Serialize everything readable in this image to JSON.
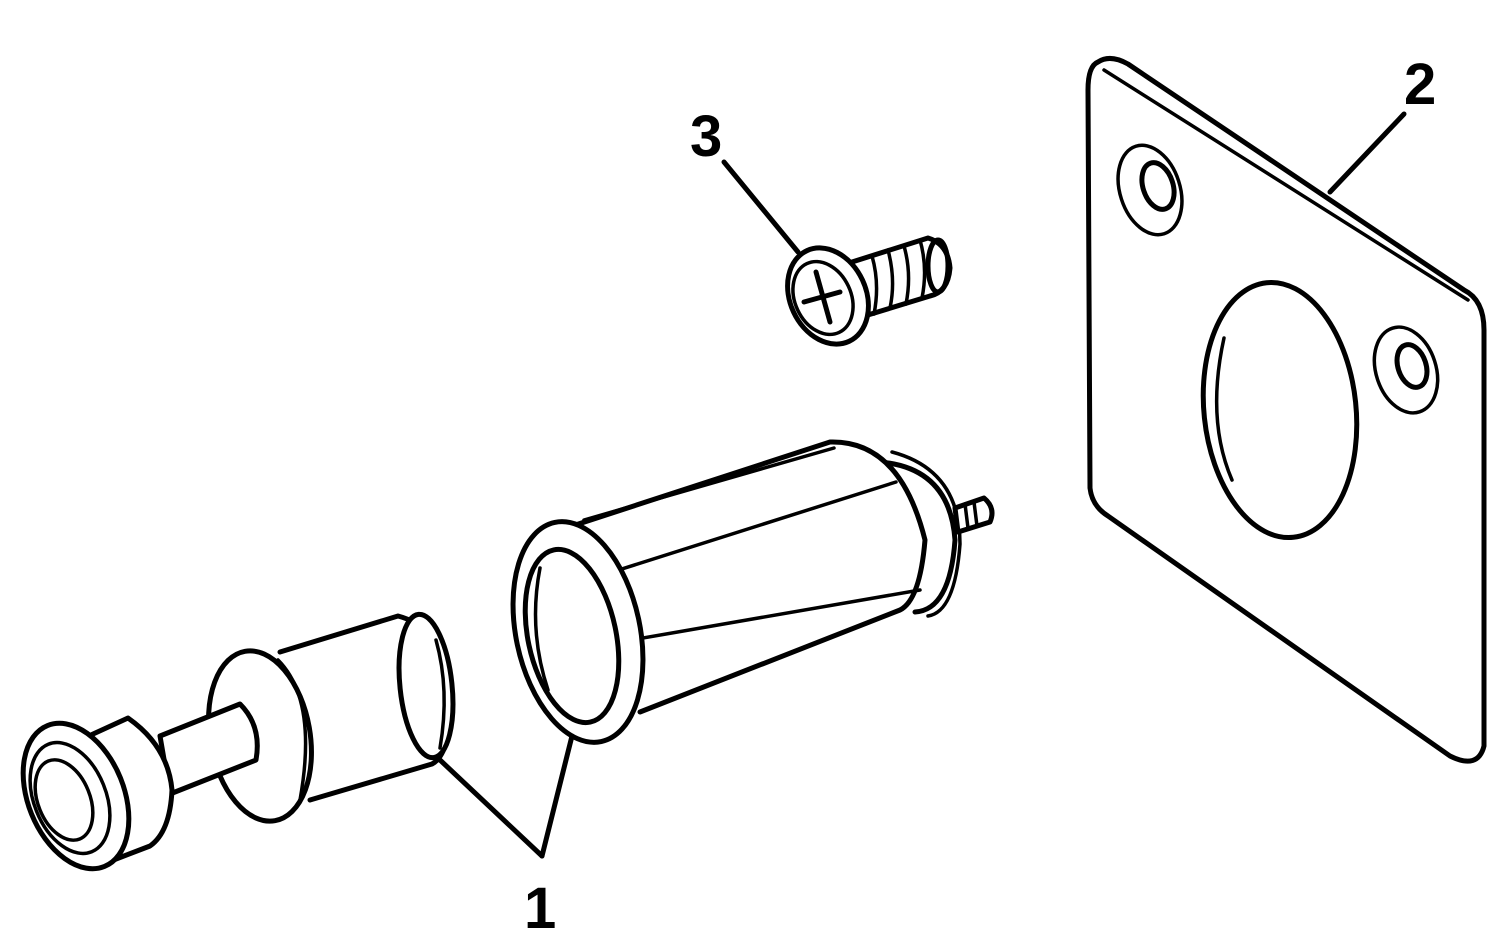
{
  "diagram": {
    "callouts": [
      {
        "label": "1"
      },
      {
        "label": "2"
      },
      {
        "label": "3"
      }
    ]
  }
}
